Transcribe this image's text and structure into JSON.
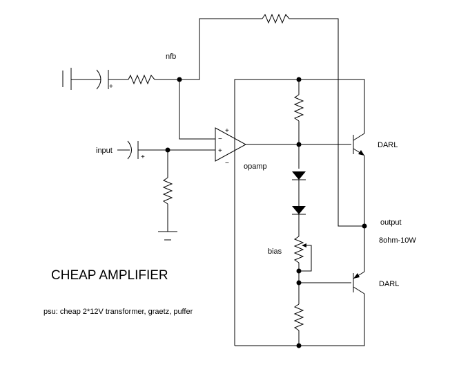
{
  "labels": {
    "nfb": "nfb",
    "input": "input",
    "opamp": "opamp",
    "darl_top": "DARL",
    "darl_bottom": "DARL",
    "output": "output",
    "load": "8ohm-10W",
    "bias": "bias",
    "title": "CHEAP AMPLIFIER",
    "psu": "psu: cheap 2*12V transformer, graetz, puffer"
  },
  "symbols": {
    "opamp_plus_top": "+",
    "opamp_minus_top": "−",
    "opamp_minus_bottom": "−",
    "opamp_plus_bottom": "+",
    "cap_nfb_plus": "+",
    "cap_input_plus": "+"
  }
}
